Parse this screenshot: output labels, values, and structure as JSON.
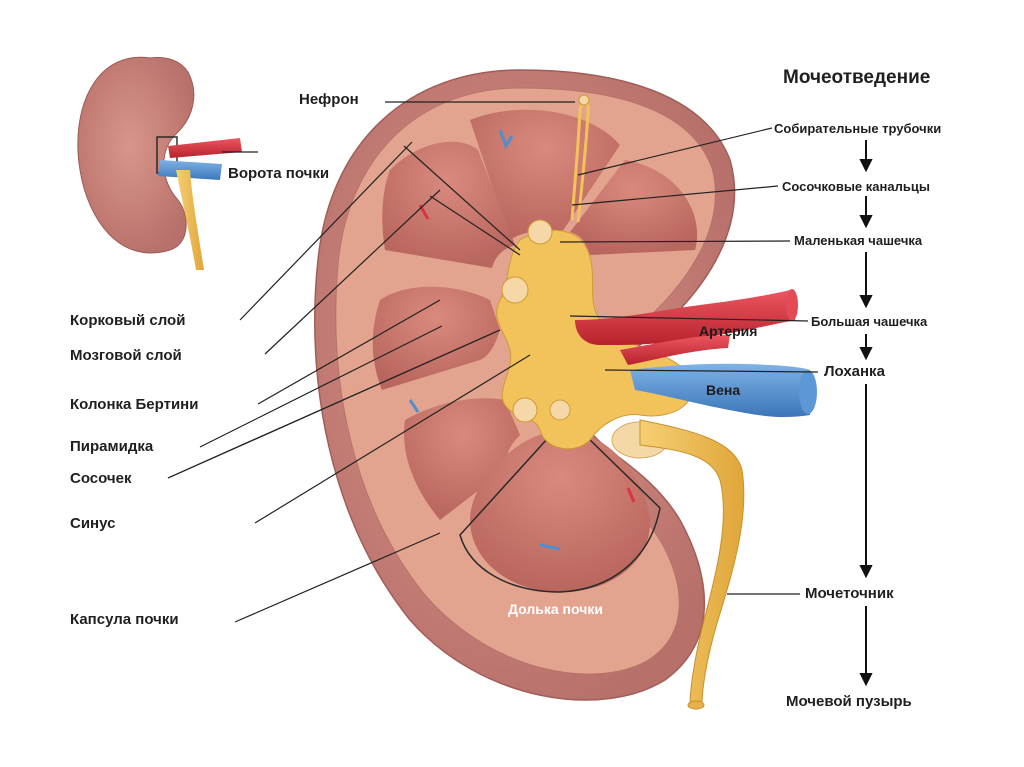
{
  "left_labels": {
    "nephron": "Нефрон",
    "hilum": "Ворота почки",
    "cortex": "Корковый слой",
    "medulla": "Мозговой слой",
    "bertin_column": "Колонка Бертини",
    "pyramid": "Пирамидка",
    "papilla": "Сосочек",
    "sinus": "Синус",
    "capsule": "Капсула почки"
  },
  "organ_labels": {
    "artery": "Артерия",
    "vein": "Вена",
    "lobe": "Долька почки"
  },
  "flow": {
    "title": "Мочеотведение",
    "steps": [
      "Собирательные трубочки",
      "Сосочковые канальцы",
      "Маленькая чашечка",
      "Большая чашечка",
      "Лоханка",
      "Мочеточник",
      "Мочевой пузырь"
    ]
  },
  "colors": {
    "kidney_outer": "#c9857d",
    "kidney_cortex": "#e4a692",
    "pyramid": "#c7756c",
    "pelvis": "#f2c35a",
    "artery": "#d9343f",
    "vein": "#4f8fd0",
    "line": "#222222"
  }
}
